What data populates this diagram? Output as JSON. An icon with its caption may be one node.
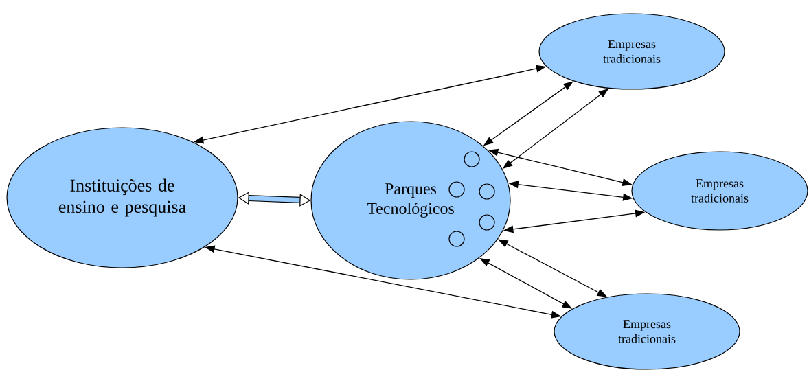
{
  "diagram": {
    "nodes": [
      {
        "text": [
          "Instituições de ensino e pesquisa"
        ]
      },
      {
        "text": [
          "Parques Tecnológicos"
        ]
      },
      {
        "text": [
          "Empresas tradicionais"
        ]
      },
      {
        "text": [
          "Empresas tradicionais"
        ]
      },
      {
        "text": [
          "Empresas tradicionais"
        ]
      },
      {
        "text": [],
        "shape": "circle",
        "in": 1
      },
      {
        "text": [],
        "shape": "circle",
        "in": 1
      },
      {
        "text": [],
        "shape": "circle",
        "in": 1
      },
      {
        "text": [],
        "shape": "circle",
        "in": 1
      },
      {
        "text": [],
        "shape": "circle",
        "in": 1
      }
    ],
    "edges": [
      {
        "from": 0,
        "to": 2,
        "arrow": "both"
      },
      {
        "from": 0,
        "to": 1,
        "arrow": "both",
        "style": "thick"
      },
      {
        "from": 0,
        "to": 4,
        "arrow": "both"
      },
      {
        "from": 1,
        "to": 2,
        "arrow": "both"
      },
      {
        "from": 1,
        "to": 2,
        "arrow": "both"
      },
      {
        "from": 1,
        "to": 3,
        "arrow": "both"
      },
      {
        "from": 1,
        "to": 3,
        "arrow": "both"
      },
      {
        "from": 1,
        "to": 3,
        "arrow": "both"
      },
      {
        "from": 1,
        "to": 4,
        "arrow": "both"
      },
      {
        "from": 1,
        "to": 4,
        "arrow": "both"
      }
    ]
  }
}
